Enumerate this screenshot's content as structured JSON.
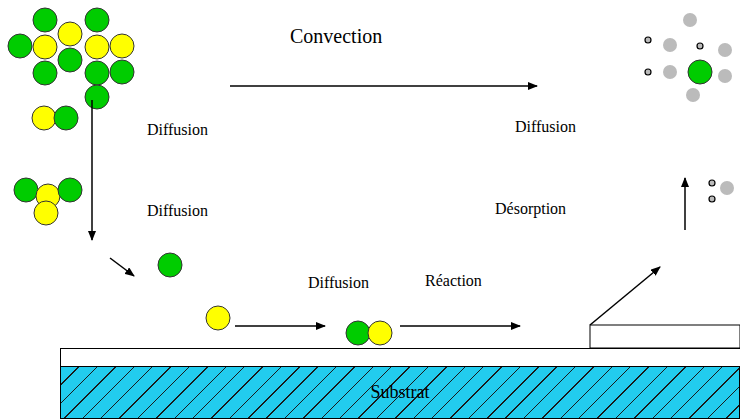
{
  "diagram": {
    "nodes": [
      {
        "text": [
          "Substrat"
        ]
      }
    ],
    "labels": [
      "Convection",
      "Diffusion",
      "Diffusion",
      "Diffusion",
      "Désorption",
      "Diffusion",
      "Réaction"
    ]
  }
}
